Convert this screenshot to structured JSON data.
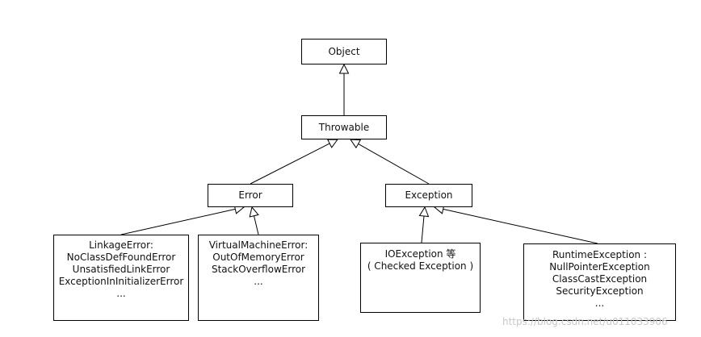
{
  "diagram": {
    "nodes": {
      "object": {
        "lines": [
          "Object"
        ]
      },
      "throwable": {
        "lines": [
          "Throwable"
        ]
      },
      "error": {
        "lines": [
          "Error"
        ]
      },
      "exception": {
        "lines": [
          "Exception"
        ]
      },
      "linkage": {
        "lines": [
          "LinkageError:",
          "NoClassDefFoundError",
          "UnsatisfiedLinkError",
          "ExceptionInInitializerError",
          "..."
        ]
      },
      "vm": {
        "lines": [
          "VirtualMachineError:",
          "OutOfMemoryError",
          "StackOverflowError",
          "..."
        ]
      },
      "io": {
        "lines": [
          "IOException 等",
          "( Checked Exception )"
        ]
      },
      "runtime": {
        "lines": [
          "RuntimeException :",
          "NullPointerException",
          "ClassCastException",
          "SecurityException",
          "..."
        ]
      }
    },
    "edges": [
      {
        "from": "throwable",
        "to": "object"
      },
      {
        "from": "error",
        "to": "throwable"
      },
      {
        "from": "exception",
        "to": "throwable"
      },
      {
        "from": "linkage",
        "to": "error"
      },
      {
        "from": "vm",
        "to": "error"
      },
      {
        "from": "io",
        "to": "exception"
      },
      {
        "from": "runtime",
        "to": "exception"
      }
    ],
    "line_color": "#000000",
    "arrow_fill": "#ffffff"
  },
  "watermark": "https://blog.csdn.net/u011033906"
}
